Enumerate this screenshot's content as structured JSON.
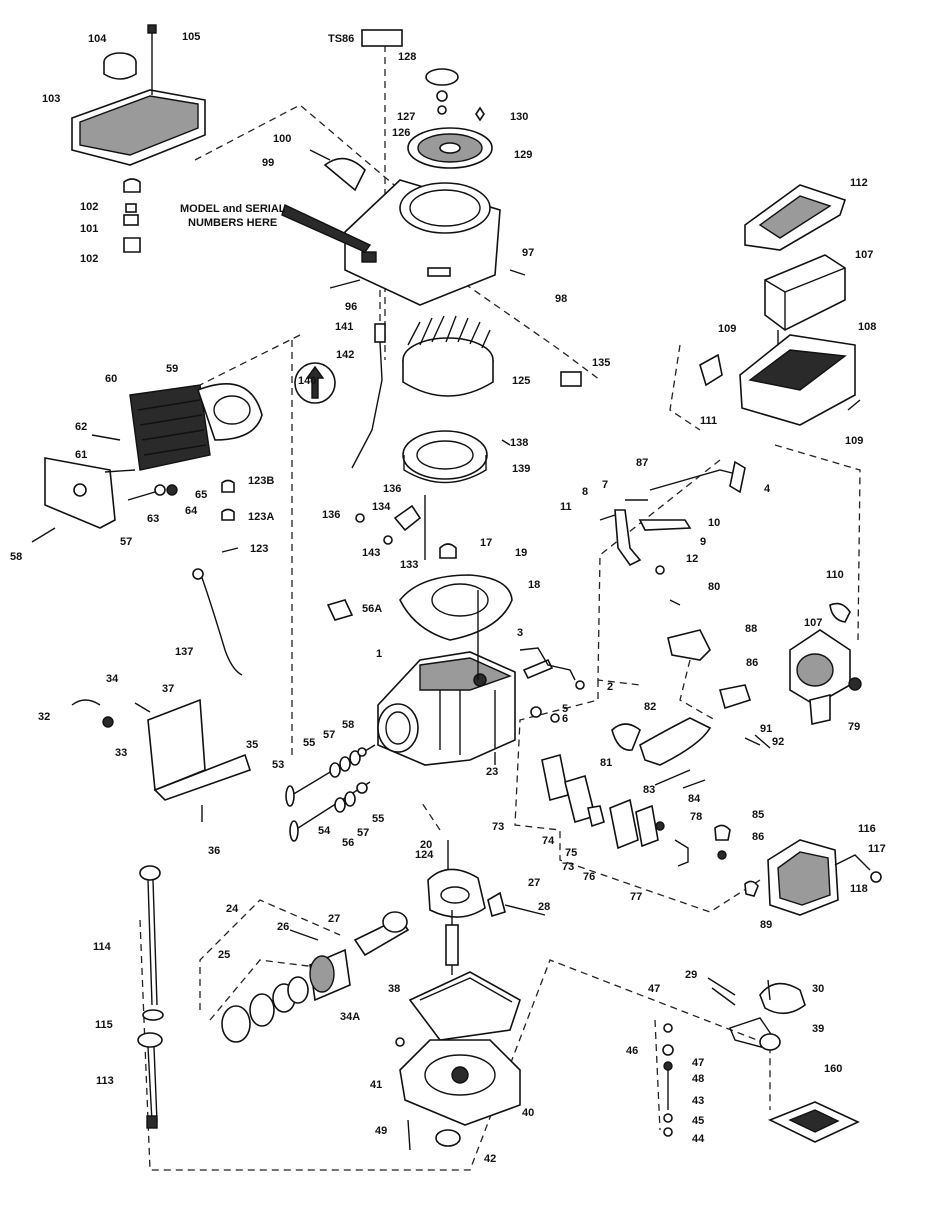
{
  "diagram": {
    "note_lines": [
      "MODEL and SERIAL",
      "NUMBERS HERE"
    ],
    "tag_top": "TS86"
  },
  "callouts": [
    {
      "id": "c104",
      "text": "104"
    },
    {
      "id": "c105",
      "text": "105"
    },
    {
      "id": "c103",
      "text": "103"
    },
    {
      "id": "c102a",
      "text": "102"
    },
    {
      "id": "c101",
      "text": "101"
    },
    {
      "id": "c102b",
      "text": "102"
    },
    {
      "id": "c128",
      "text": "128"
    },
    {
      "id": "c127",
      "text": "127"
    },
    {
      "id": "c126",
      "text": "126"
    },
    {
      "id": "c130",
      "text": "130"
    },
    {
      "id": "c129",
      "text": "129"
    },
    {
      "id": "c100",
      "text": "100"
    },
    {
      "id": "c99",
      "text": "99"
    },
    {
      "id": "c97",
      "text": "97"
    },
    {
      "id": "c98",
      "text": "98"
    },
    {
      "id": "c96",
      "text": "96"
    },
    {
      "id": "c112",
      "text": "112"
    },
    {
      "id": "c107a",
      "text": "107"
    },
    {
      "id": "c109a",
      "text": "109"
    },
    {
      "id": "c108",
      "text": "108"
    },
    {
      "id": "c111",
      "text": "111"
    },
    {
      "id": "c109b",
      "text": "109"
    },
    {
      "id": "c141",
      "text": "141"
    },
    {
      "id": "c142",
      "text": "142"
    },
    {
      "id": "c140",
      "text": "140"
    },
    {
      "id": "c125",
      "text": "125"
    },
    {
      "id": "c135",
      "text": "135"
    },
    {
      "id": "c138",
      "text": "138"
    },
    {
      "id": "c139",
      "text": "139"
    },
    {
      "id": "c60",
      "text": "60"
    },
    {
      "id": "c59",
      "text": "59"
    },
    {
      "id": "c62",
      "text": "62"
    },
    {
      "id": "c61",
      "text": "61"
    },
    {
      "id": "c65",
      "text": "65"
    },
    {
      "id": "c64",
      "text": "64"
    },
    {
      "id": "c63",
      "text": "63"
    },
    {
      "id": "c57",
      "text": "57"
    },
    {
      "id": "c58",
      "text": "58"
    },
    {
      "id": "c123b",
      "text": "123B"
    },
    {
      "id": "c123a",
      "text": "123A"
    },
    {
      "id": "c123",
      "text": "123"
    },
    {
      "id": "c136a",
      "text": "136"
    },
    {
      "id": "c136b",
      "text": "136"
    },
    {
      "id": "c134",
      "text": "134"
    },
    {
      "id": "c143",
      "text": "143"
    },
    {
      "id": "c133",
      "text": "133"
    },
    {
      "id": "c17",
      "text": "17"
    },
    {
      "id": "c19",
      "text": "19"
    },
    {
      "id": "c18",
      "text": "18"
    },
    {
      "id": "c56a",
      "text": "56A"
    },
    {
      "id": "c137",
      "text": "137"
    },
    {
      "id": "c87",
      "text": "87"
    },
    {
      "id": "c7",
      "text": "7"
    },
    {
      "id": "c8",
      "text": "8"
    },
    {
      "id": "c4",
      "text": "4"
    },
    {
      "id": "c11",
      "text": "11"
    },
    {
      "id": "c10",
      "text": "10"
    },
    {
      "id": "c9",
      "text": "9"
    },
    {
      "id": "c12",
      "text": "12"
    },
    {
      "id": "c80",
      "text": "80"
    },
    {
      "id": "c110",
      "text": "110"
    },
    {
      "id": "c88",
      "text": "88"
    },
    {
      "id": "c107b",
      "text": "107"
    },
    {
      "id": "c86",
      "text": "86"
    },
    {
      "id": "c79",
      "text": "79"
    },
    {
      "id": "c3",
      "text": "3"
    },
    {
      "id": "c1",
      "text": "1"
    },
    {
      "id": "c2",
      "text": "2"
    },
    {
      "id": "c5",
      "text": "5"
    },
    {
      "id": "c6",
      "text": "6"
    },
    {
      "id": "c82",
      "text": "82"
    },
    {
      "id": "c81",
      "text": "81"
    },
    {
      "id": "c91",
      "text": "91"
    },
    {
      "id": "c92",
      "text": "92"
    },
    {
      "id": "c34",
      "text": "34"
    },
    {
      "id": "c37",
      "text": "37"
    },
    {
      "id": "c32",
      "text": "32"
    },
    {
      "id": "c33",
      "text": "33"
    },
    {
      "id": "c35",
      "text": "35"
    },
    {
      "id": "c36",
      "text": "36"
    },
    {
      "id": "c53",
      "text": "53"
    },
    {
      "id": "c55a",
      "text": "55"
    },
    {
      "id": "c57b",
      "text": "57"
    },
    {
      "id": "c58b",
      "text": "58"
    },
    {
      "id": "c23",
      "text": "23"
    },
    {
      "id": "c54",
      "text": "54"
    },
    {
      "id": "c56b",
      "text": "56"
    },
    {
      "id": "c57c",
      "text": "57"
    },
    {
      "id": "c55b",
      "text": "55"
    },
    {
      "id": "c73a",
      "text": "73"
    },
    {
      "id": "c74",
      "text": "74"
    },
    {
      "id": "c75",
      "text": "75"
    },
    {
      "id": "c73b",
      "text": "73"
    },
    {
      "id": "c76",
      "text": "76"
    },
    {
      "id": "c78",
      "text": "78"
    },
    {
      "id": "c83",
      "text": "83"
    },
    {
      "id": "c84",
      "text": "84"
    },
    {
      "id": "c85",
      "text": "85"
    },
    {
      "id": "c86b",
      "text": "86"
    },
    {
      "id": "c77",
      "text": "77"
    },
    {
      "id": "c116",
      "text": "116"
    },
    {
      "id": "c117",
      "text": "117"
    },
    {
      "id": "c118",
      "text": "118"
    },
    {
      "id": "c89",
      "text": "89"
    },
    {
      "id": "c20",
      "text": "20"
    },
    {
      "id": "c124",
      "text": "124"
    },
    {
      "id": "c27a",
      "text": "27"
    },
    {
      "id": "c28",
      "text": "28"
    },
    {
      "id": "c114",
      "text": "114"
    },
    {
      "id": "c24",
      "text": "24"
    },
    {
      "id": "c26",
      "text": "26"
    },
    {
      "id": "c27b",
      "text": "27"
    },
    {
      "id": "c25",
      "text": "25"
    },
    {
      "id": "c34a",
      "text": "34A"
    },
    {
      "id": "c115",
      "text": "115"
    },
    {
      "id": "c113",
      "text": "113"
    },
    {
      "id": "c38",
      "text": "38"
    },
    {
      "id": "c47a",
      "text": "47"
    },
    {
      "id": "c29",
      "text": "29"
    },
    {
      "id": "c30",
      "text": "30"
    },
    {
      "id": "c39",
      "text": "39"
    },
    {
      "id": "c46",
      "text": "46"
    },
    {
      "id": "c47b",
      "text": "47"
    },
    {
      "id": "c48",
      "text": "48"
    },
    {
      "id": "c41",
      "text": "41"
    },
    {
      "id": "c43",
      "text": "43"
    },
    {
      "id": "c45",
      "text": "45"
    },
    {
      "id": "c44",
      "text": "44"
    },
    {
      "id": "c40",
      "text": "40"
    },
    {
      "id": "c49",
      "text": "49"
    },
    {
      "id": "c42",
      "text": "42"
    },
    {
      "id": "c160",
      "text": "160"
    }
  ]
}
